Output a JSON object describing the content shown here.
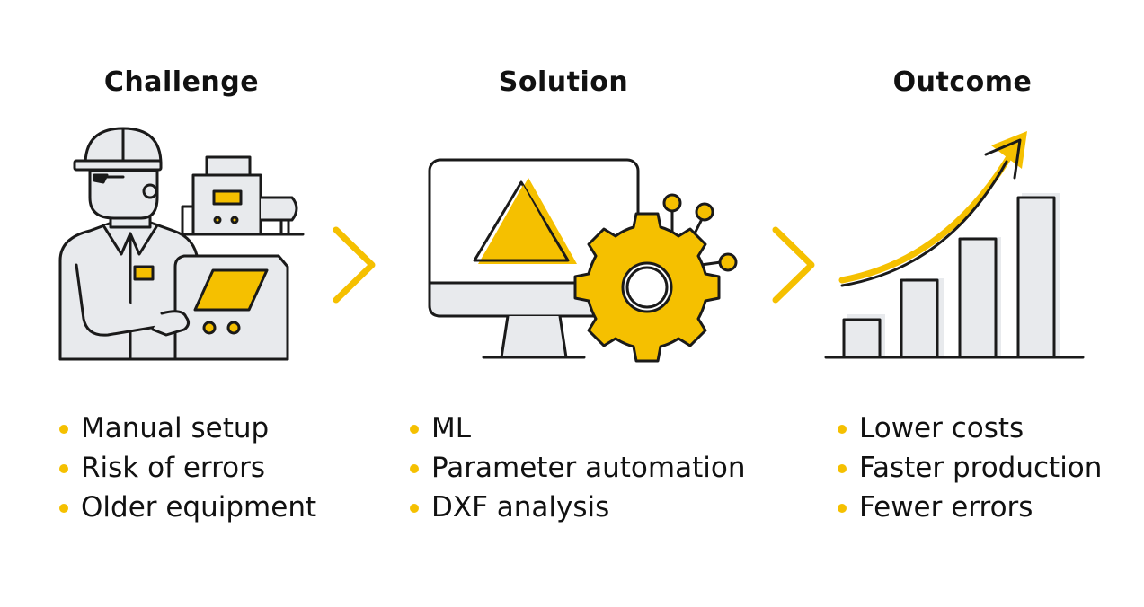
{
  "columns": [
    {
      "title": "Challenge",
      "items": [
        "Manual setup",
        "Risk of errors",
        "Older equipment"
      ]
    },
    {
      "title": "Solution",
      "items": [
        "ML",
        "Parameter automation",
        "DXF analysis"
      ]
    },
    {
      "title": "Outcome",
      "items": [
        "Lower costs",
        "Faster production",
        "Fewer errors"
      ]
    }
  ],
  "icons": {
    "challenge": "factory-worker-control-panel-icon",
    "solution": "monitor-gear-automation-icon",
    "outcome": "growth-bar-chart-arrow-icon",
    "arrows": "chevron-right-icon"
  },
  "colors": {
    "accent": "#f5c000",
    "outline": "#1a1a1a",
    "fill_gray": "#e8eaed"
  }
}
